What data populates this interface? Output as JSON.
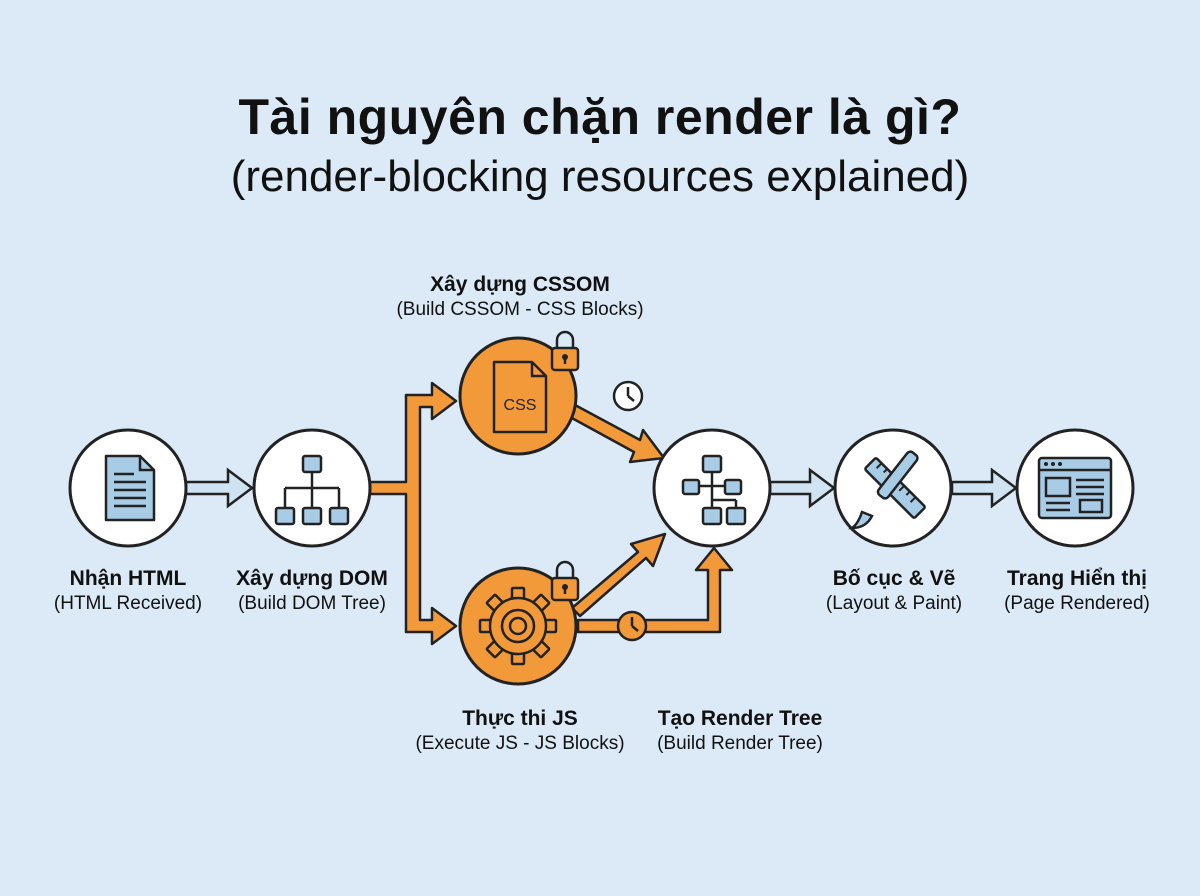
{
  "title": "Tài nguyên chặn render là gì?",
  "subtitle": "(render-blocking resources explained)",
  "colors": {
    "background": "#dbeaf6",
    "accent_orange": "#f29a3a",
    "node_fill": "#ffffff",
    "icon_blue": "#a8cbe6",
    "stroke": "#1a1a1a"
  },
  "icons": {
    "html": "document-icon",
    "dom": "tree-icon",
    "css": "css-file-icon",
    "js": "gear-icon",
    "render_tree": "tree-icon",
    "layout": "ruler-brush-icon",
    "page": "webpage-icon",
    "lock": "lock-icon",
    "clock": "clock-icon"
  },
  "nodes": {
    "html": {
      "title": "Nhận HTML",
      "subtitle": "(HTML Received)"
    },
    "dom": {
      "title": "Xây dựng DOM",
      "subtitle": "(Build DOM Tree)"
    },
    "css": {
      "title": "Xây dựng CSSOM",
      "subtitle": "(Build CSSOM - CSS Blocks)",
      "icon_text": "CSS"
    },
    "js": {
      "title": "Thực thi JS",
      "subtitle": "(Execute JS - JS Blocks)"
    },
    "render": {
      "title": "Tạo Render Tree",
      "subtitle": "(Build Render Tree)"
    },
    "layout": {
      "title": "Bố cục & Vẽ",
      "subtitle": "(Layout & Paint)"
    },
    "page": {
      "title": "Trang Hiển thị",
      "subtitle": "(Page Rendered)"
    }
  }
}
